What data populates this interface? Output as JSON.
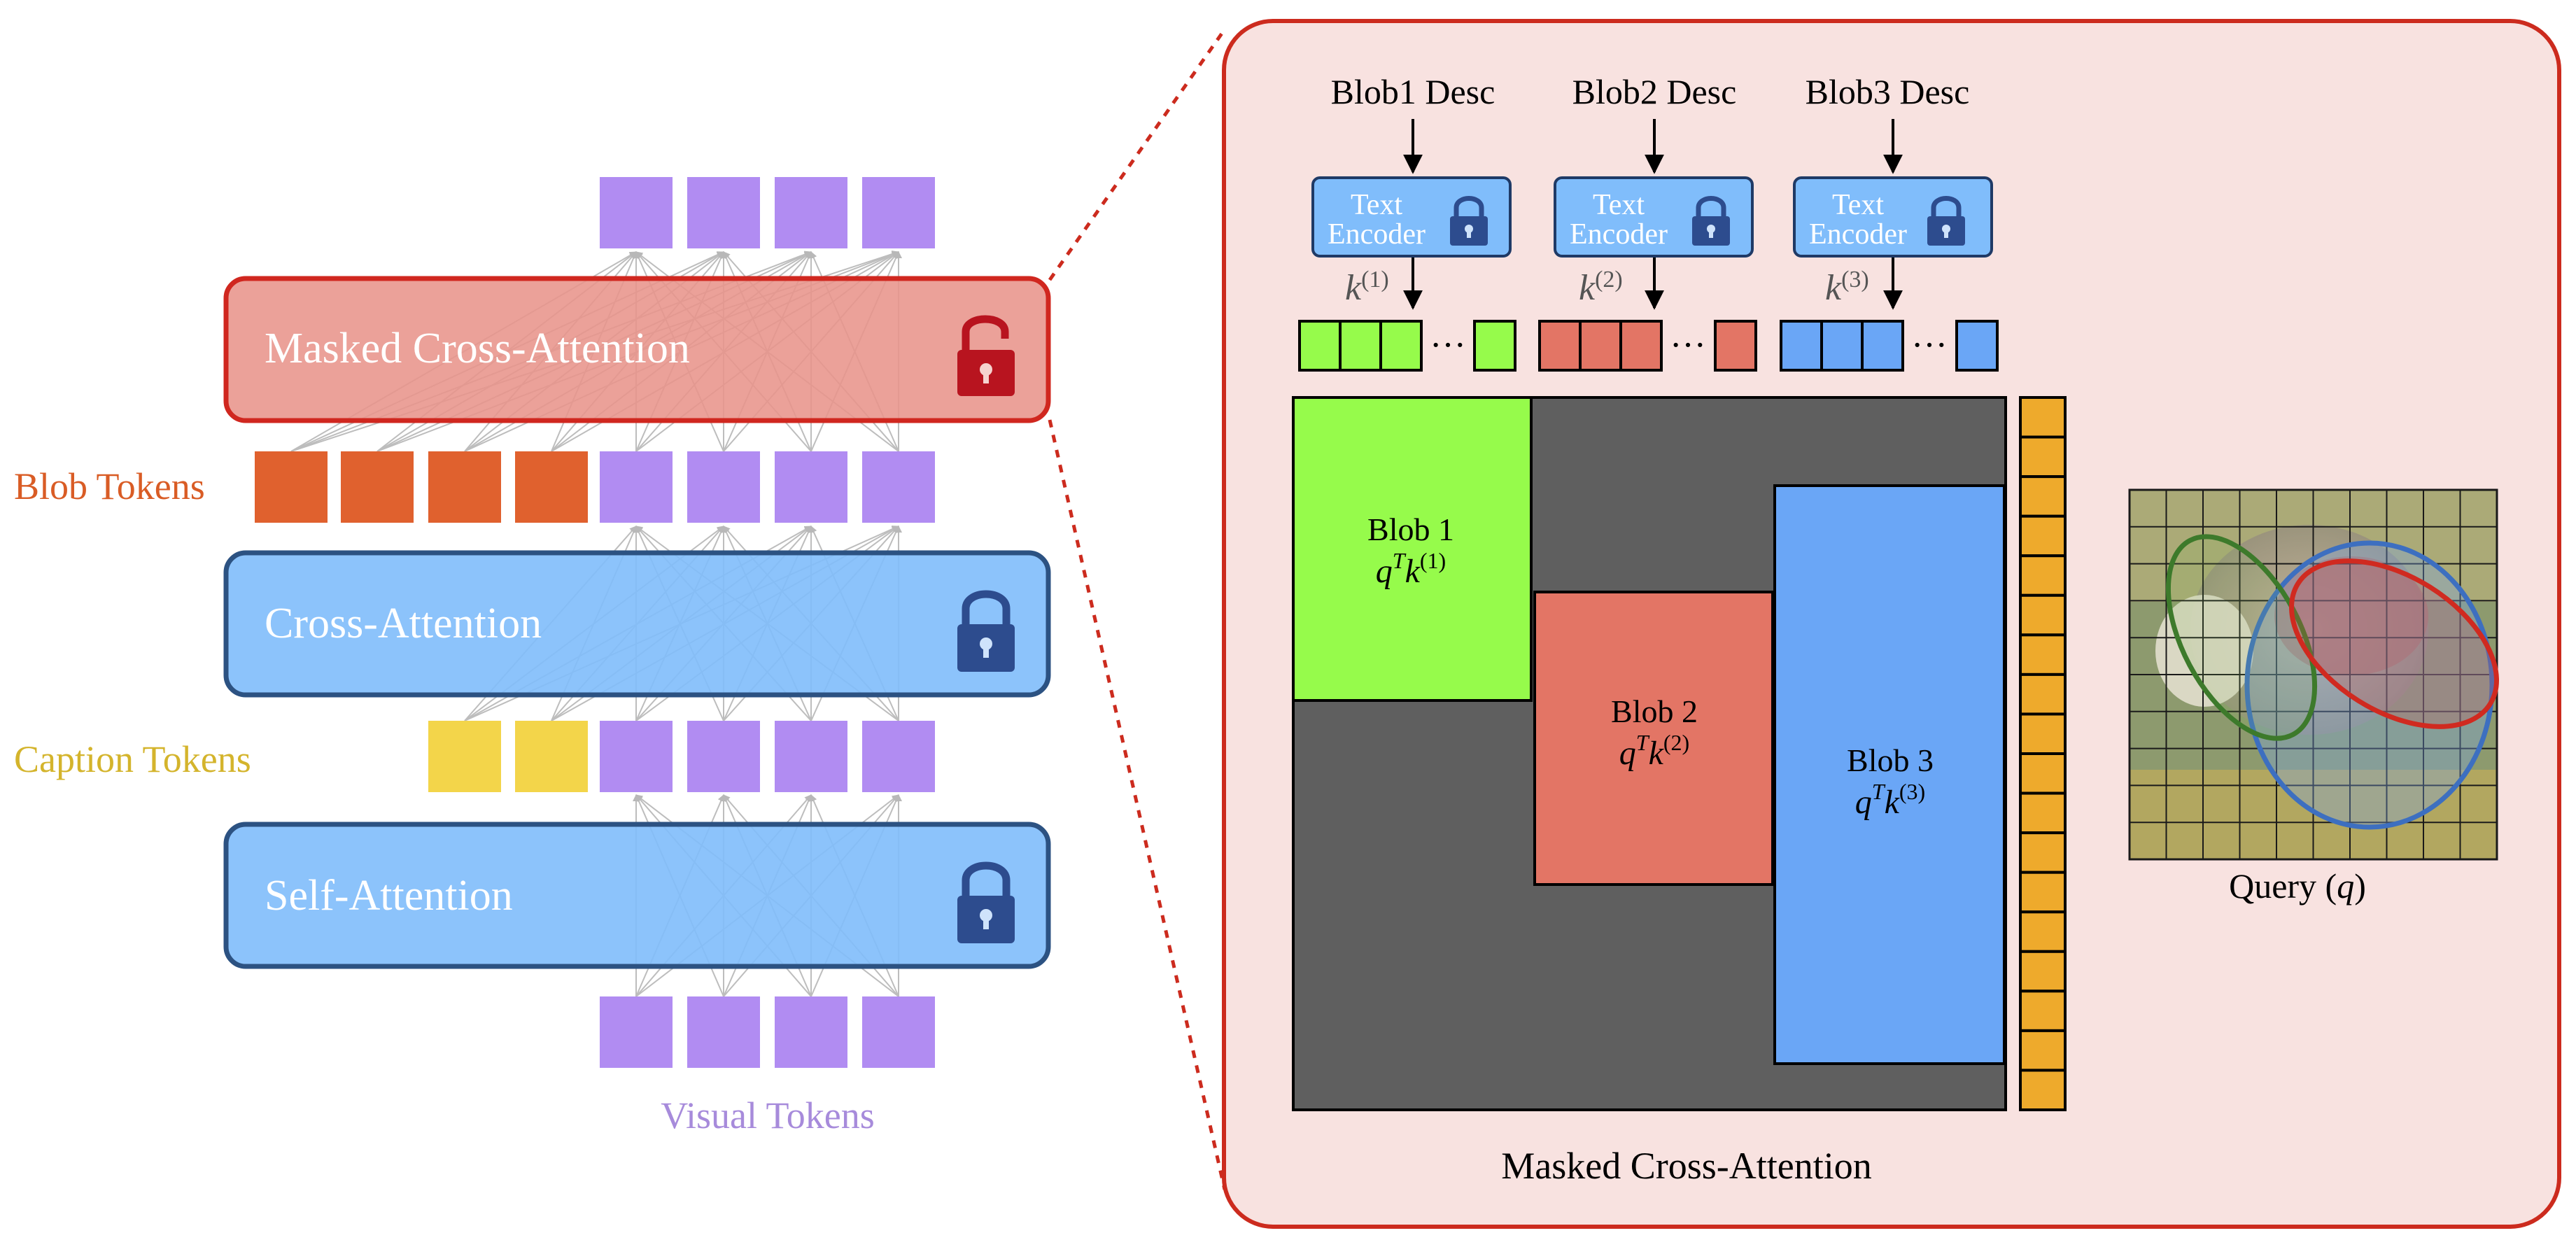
{
  "left": {
    "masked_block_label": "Masked Cross-Attention",
    "cross_block_label": "Cross-Attention",
    "self_block_label": "Self-Attention",
    "blob_tokens_label": "Blob Tokens",
    "caption_tokens_label": "Caption Tokens",
    "visual_tokens_label": "Visual Tokens"
  },
  "right": {
    "blob_descs": [
      {
        "desc": "Blob1 Desc",
        "encoder_line1": "Text",
        "encoder_line2": "Encoder",
        "key_base": "k",
        "key_sup": "(1)"
      },
      {
        "desc": "Blob2 Desc",
        "encoder_line1": "Text",
        "encoder_line2": "Encoder",
        "key_base": "k",
        "key_sup": "(2)"
      },
      {
        "desc": "Blob3 Desc",
        "encoder_line1": "Text",
        "encoder_line2": "Encoder",
        "key_base": "k",
        "key_sup": "(3)"
      }
    ],
    "ellipsis": "···",
    "blobs": [
      {
        "title": "Blob 1",
        "q": "q",
        "T": "T",
        "k": "k",
        "sup": "(1)"
      },
      {
        "title": "Blob 2",
        "q": "q",
        "T": "T",
        "k": "k",
        "sup": "(2)"
      },
      {
        "title": "Blob 3",
        "q": "q",
        "T": "T",
        "k": "k",
        "sup": "(3)"
      }
    ],
    "bottom_label": "Masked Cross-Attention",
    "query_label_prefix": "Query (",
    "query_label_var": "q",
    "query_label_suffix": ")"
  },
  "colors": {
    "visual_token": "#b18cf2",
    "blob_token": "#e0612e",
    "caption_token": "#f3d54a",
    "masked_block_fill": "#e8948b",
    "masked_block_stroke": "#d0271f",
    "blue_block_fill": "#80bdfb",
    "blue_block_stroke": "#2c5282",
    "panel_fill": "#f8e2e0",
    "panel_stroke": "#cc2b1e",
    "green_key": "#96fb4b",
    "red_key": "#e37565",
    "blue_key": "#6aa6f6",
    "matrix_bg": "#5f5f5f",
    "query_col": "#eeaa2c",
    "lock_dark_red": "#b8141f",
    "lock_dark_blue": "#2d4c8e"
  }
}
